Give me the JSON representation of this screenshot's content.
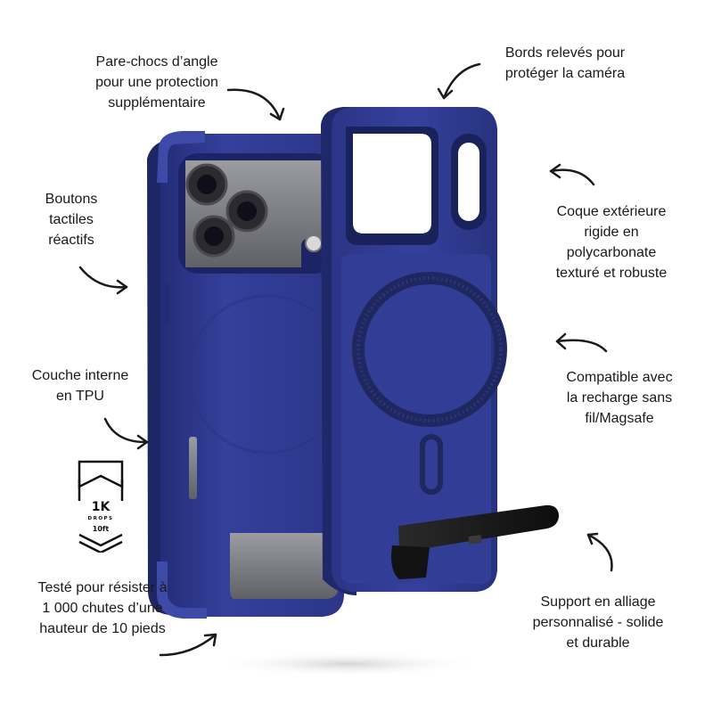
{
  "callouts": [
    {
      "id": "corner-bumpers",
      "lines": [
        "Pare-chocs d’angle",
        "pour une protection",
        "supplémentaire"
      ]
    },
    {
      "id": "raised-edges",
      "lines": [
        "Bords relevés pour",
        "protéger la caméra"
      ]
    },
    {
      "id": "tactile-buttons",
      "lines": [
        "Boutons",
        "tactiles",
        "réactifs"
      ]
    },
    {
      "id": "hard-shell",
      "lines": [
        "Coque extérieure",
        "rigide en",
        "polycarbonate",
        "texturé et robuste"
      ]
    },
    {
      "id": "tpu-layer",
      "lines": [
        "Couche interne",
        "en TPU"
      ]
    },
    {
      "id": "magsafe",
      "lines": [
        "Compatible avec",
        "la recharge sans",
        "fil/Magsafe"
      ]
    },
    {
      "id": "drop-tested",
      "lines": [
        "Testé pour résister à",
        "1 000 chutes d’une",
        "hauteur de 10 pieds"
      ]
    },
    {
      "id": "kickstand",
      "lines": [
        "Support en alliage",
        "personnalisé - solide",
        "et durable"
      ]
    }
  ],
  "badge": {
    "big": "1K",
    "small": "DROPS",
    "height": "10ft"
  },
  "colors": {
    "case": "#2e3a8c",
    "case_dark": "#1f2868",
    "case_light": "#3d4aa3",
    "metal": "#8a8d94",
    "stand": "#1a1a1a"
  }
}
